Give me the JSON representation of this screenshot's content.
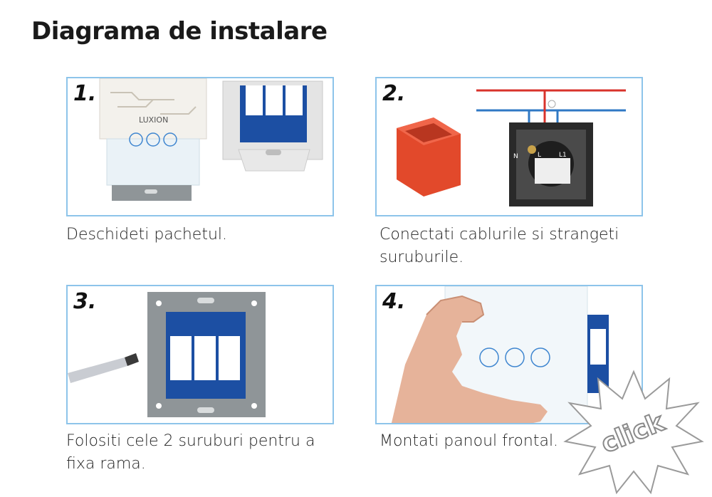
{
  "page": {
    "title": "Diagrama de instalare"
  },
  "steps": [
    {
      "number": "1.",
      "caption": "Deschideti pachetul."
    },
    {
      "number": "2.",
      "caption": "Conectati cablurile si strangeti suruburile."
    },
    {
      "number": "3.",
      "caption": "Folositi cele 2 suruburi pentru a fixa rama."
    },
    {
      "number": "4.",
      "caption": "Montati panoul frontal."
    }
  ],
  "box_brand": "LUXION",
  "terminal_labels": {
    "n": "N",
    "l": "L",
    "l1": "L1"
  },
  "click_label": "click",
  "colors": {
    "panel_border": "#8dc4ea",
    "wire_red": "#d8322b",
    "wire_blue": "#2f78c4",
    "relay_blue": "#1c4fa3",
    "frame_grey": "#8f9598",
    "box_red": "#e2492b"
  }
}
